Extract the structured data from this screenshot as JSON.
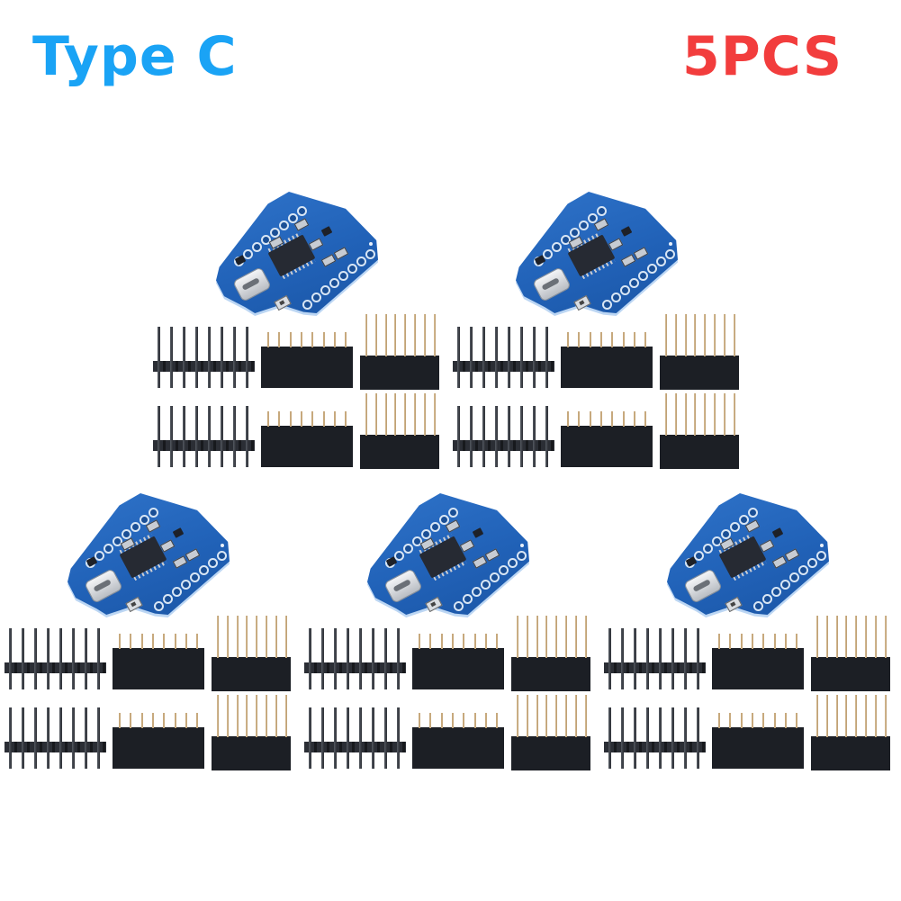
{
  "labels": {
    "type": "Type C",
    "quantity": "5PCS"
  },
  "colors": {
    "type_label": "#1aa3f5",
    "quantity_label": "#f23d3d",
    "pcb_blue": "#2162b8",
    "header_black": "#1c1f25",
    "pin_gold": "#c7a97d"
  },
  "kits": [
    {
      "id": 1,
      "position": "top-left"
    },
    {
      "id": 2,
      "position": "top-right"
    },
    {
      "id": 3,
      "position": "bottom-left"
    },
    {
      "id": 4,
      "position": "bottom-center"
    },
    {
      "id": 5,
      "position": "bottom-right"
    }
  ],
  "kit_contents": {
    "board": "Type-C mini development board",
    "male_pin_headers": 2,
    "short_female_headers": 2,
    "long_female_stacking_headers": 2,
    "pins_per_header": 8
  }
}
